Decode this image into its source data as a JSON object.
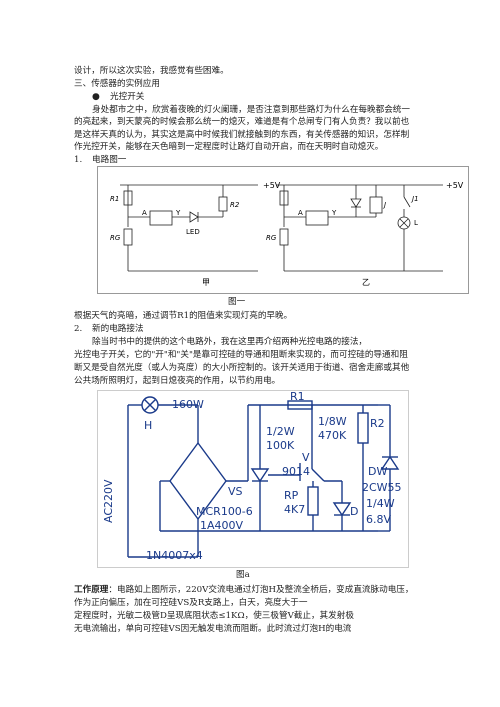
{
  "lines": {
    "l01": "设计，所以这次实验，我感觉有些困难。",
    "l02": "三、传感器的实例应用",
    "l03": "光控开关",
    "l04": "身处都市之中，欣赏着夜晚的灯火阑珊，是否注意到那些路灯为什么在每晚都会统一",
    "l05": "的亮起来，到天蒙亮的时候会那么统一的熄灭，难道是有个总闸专门有人负责？我以前也",
    "l06": "是这样天真的认为，其实这是高中时候我们就接触到的东西，有关传感器的知识，怎样制",
    "l07": "作光控开关，能够在天色暗到一定程度时让路灯自动开启，而在天明时自动熄灭。",
    "l08_num": "1.",
    "l08": "电路图一",
    "cap1": "图一",
    "l10": "根据天气的亮暗，通过调节R1的阻值来实现灯亮的早晚。",
    "l11_num": "2.",
    "l11": "新的电路接法",
    "l12": "除当时书中的提供的这个电路外，我在这里再介绍两种光控电路的接法，",
    "l13": "光控电子开关，它的\"开\"和\"关\"是靠可控硅的导通和阻断来实现的，而可控硅的导通和阻",
    "l14": "断又是受自然光度（或人为亮度）的大小所控制的。该开关适用于街道、宿舍走廊或其他",
    "l15": "公共场所照明灯，起到日熄夜亮的作用，以节约用电。",
    "cap2": "图a",
    "w_label": "工作原理",
    "w1": "：电路如上图所示，220V交流电通过灯泡H及整流全桥后，变成直流脉动电压，",
    "w2": "作为正向偏压，加在可控硅VS及R支路上，白天，亮度大于一",
    "w3": "定程度时，光敏二极管D呈现底阻状态≤1KΩ，使三极管V截止，其发射极",
    "w4": "无电流输出，单向可控硅VS因无触发电流而阻断。此时流过灯泡H的电流"
  },
  "fig1": {
    "supply_a": "+5V",
    "supply_b": "+5V",
    "r1": "R1",
    "r2": "R2",
    "rg_a": "RG",
    "rg_b": "RG",
    "a_a": "A",
    "y_a": "Y",
    "a_b": "A",
    "y_b": "Y",
    "led": "LED",
    "relay": "J",
    "contact": "J1",
    "lamp": "L",
    "sub_a": "甲",
    "sub_b": "乙"
  },
  "fig2": {
    "lamp_power": "160W",
    "lamp": "H",
    "ac": "AC220V",
    "bridge": "1N4007x4",
    "vs": "VS",
    "scr_model": "MCR100-6",
    "scr_rating": "1A400V",
    "r1": "R1",
    "r1_w": "1/2W",
    "r1_v": "100K",
    "r3_w": "1/8W",
    "r3_v": "470K",
    "v": "V",
    "v_model": "9014",
    "rp": "RP",
    "rp_v": "4K7",
    "d": "D",
    "r2": "R2",
    "dw": "DW",
    "dw_model": "2CW55",
    "dw_w": "1/4W",
    "dw_v": "6.8V"
  }
}
